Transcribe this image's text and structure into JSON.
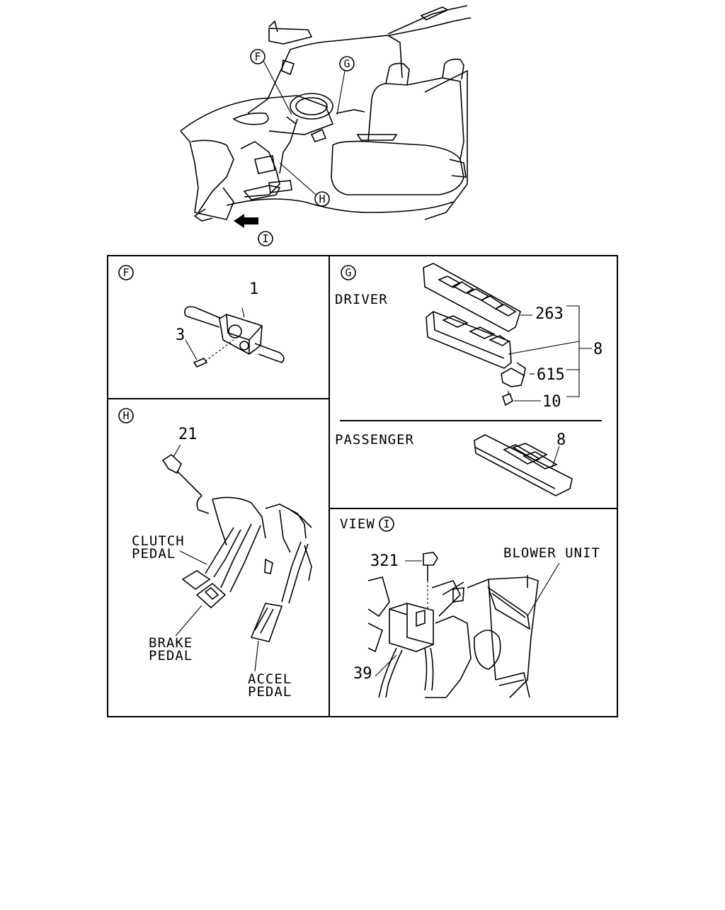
{
  "callouts": {
    "F": "F",
    "G": "G",
    "H": "H",
    "I": "I"
  },
  "panel_f": {
    "tag": "F",
    "parts": [
      "1",
      "3"
    ]
  },
  "panel_g": {
    "tag": "G",
    "driver_label": "DRIVER",
    "passenger_label": "PASSENGER",
    "parts": [
      "263",
      "8",
      "615",
      "10"
    ],
    "passenger_part": "8"
  },
  "panel_h": {
    "tag": "H",
    "part": "21",
    "clutch_label_1": "CLUTCH",
    "clutch_label_2": "PEDAL",
    "brake_label_1": "BRAKE",
    "brake_label_2": "PEDAL",
    "accel_label_1": "ACCEL",
    "accel_label_2": "PEDAL"
  },
  "panel_i": {
    "view_label": "VIEW",
    "tag": "I",
    "blower_label": "BLOWER UNIT",
    "parts": [
      "321",
      "39"
    ]
  }
}
